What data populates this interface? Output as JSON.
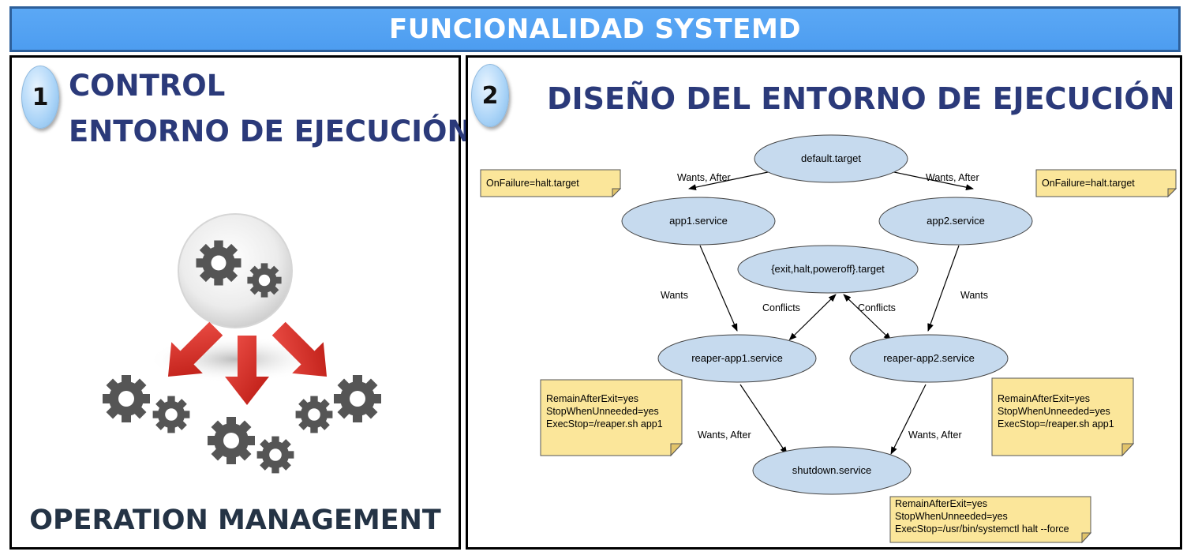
{
  "banner": {
    "title": "FUNCIONALIDAD SYSTEMD"
  },
  "left_panel": {
    "badge": "1",
    "title_line1": "CONTROL",
    "title_line2": "ENTORNO DE EJECUCIÓN",
    "illustration": "gears-distribution-icon",
    "caption": "OPERATION MANAGEMENT"
  },
  "right_panel": {
    "badge": "2",
    "title": "DISEÑO DEL ENTORNO DE EJECUCIÓN"
  },
  "diagram": {
    "nodes": {
      "default_target": "default.target",
      "app1": "app1.service",
      "app2": "app2.service",
      "exit_target": "{exit,halt,poweroff}.target",
      "reaper1": "reaper-app1.service",
      "reaper2": "reaper-app2.service",
      "shutdown": "shutdown.service"
    },
    "edges": {
      "wants_after_left": "Wants, After",
      "wants_after_right": "Wants, After",
      "wants_left": "Wants",
      "wants_right": "Wants",
      "conflicts_left": "Conflicts",
      "conflicts_right": "Conflicts",
      "wants_after_bottom_left": "Wants, After",
      "wants_after_bottom_right": "Wants, After"
    },
    "notes": {
      "app1_note": "OnFailure=halt.target",
      "app2_note": "OnFailure=halt.target",
      "reaper1_note": [
        "RemainAfterExit=yes",
        "StopWhenUnneeded=yes",
        "ExecStop=/reaper.sh app1"
      ],
      "reaper2_note": [
        "RemainAfterExit=yes",
        "StopWhenUnneeded=yes",
        "ExecStop=/reaper.sh app1"
      ],
      "shutdown_note": [
        "RemainAfterExit=yes",
        "StopWhenUnneeded=yes",
        "ExecStop=/usr/bin/systemctl halt --force"
      ]
    }
  },
  "colors": {
    "banner_bg": "#4d9df0",
    "title_text": "#2b3a7a",
    "node_fill": "#c6daee",
    "note_fill": "#fbe69a",
    "arrow_red": "#d9261c",
    "gear_gray": "#555555"
  }
}
